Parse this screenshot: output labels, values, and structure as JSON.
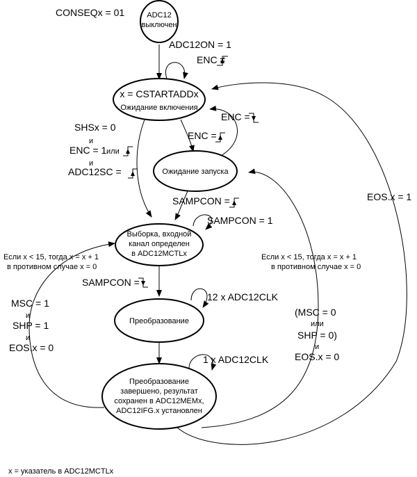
{
  "header_label": "CONSEQx = 01",
  "footnote": "x = указатель в ADC12MCTLx",
  "states": {
    "off": {
      "lines": [
        "ADC12",
        "выключен"
      ]
    },
    "wait_enable": {
      "lines": [
        "x = CSTARTADDx",
        "Ожидание включения"
      ]
    },
    "wait_trigger": {
      "lines": [
        "Ожидание запуска"
      ]
    },
    "sample": {
      "lines": [
        "Выборка, входной",
        "канал определен",
        "в ADC12MCTLx"
      ]
    },
    "convert": {
      "lines": [
        "Преобразование"
      ]
    },
    "done": {
      "lines": [
        "Преобразование",
        "завершено, результат",
        "сохранен в ADC12MEMx,",
        "ADC12IFG.x установлен"
      ]
    }
  },
  "transitions": {
    "adc12on": "ADC12ON = 1",
    "enc_not_rise": "ENC ≠",
    "enc_fall": "ENC =",
    "enc_rise": "ENC =",
    "shs_cond": {
      "l1": "SHSx = 0",
      "and1": "и",
      "l2": "ENC = 1",
      "or": "или",
      "and2": "и",
      "l3": "ADC12SC ="
    },
    "sampcon_rise": "SAMPCON =",
    "sampcon_1": "SAMPCON = 1",
    "sampcon_fall": "SAMPCON =",
    "adc12clk_12": "12 x ADC12CLK",
    "adc12clk_1": "1 x ADC12CLK",
    "eos1": "EOS.x = 1",
    "left_loop": {
      "l1": "Если x < 15, тогда x = x + 1",
      "l2": "в противном случае x = 0",
      "msc": "MSC = 1",
      "and1": "и",
      "shp": "SHP = 1",
      "and2": "и",
      "eos": "EOS.x = 0"
    },
    "right_loop": {
      "l1": "Если x < 15, тогда x = x + 1",
      "l2": "в противном случае x = 0",
      "msc": "(MSC = 0",
      "or": "или",
      "shp": "SHP = 0)",
      "and": "и",
      "eos": "EOS.x = 0"
    }
  }
}
